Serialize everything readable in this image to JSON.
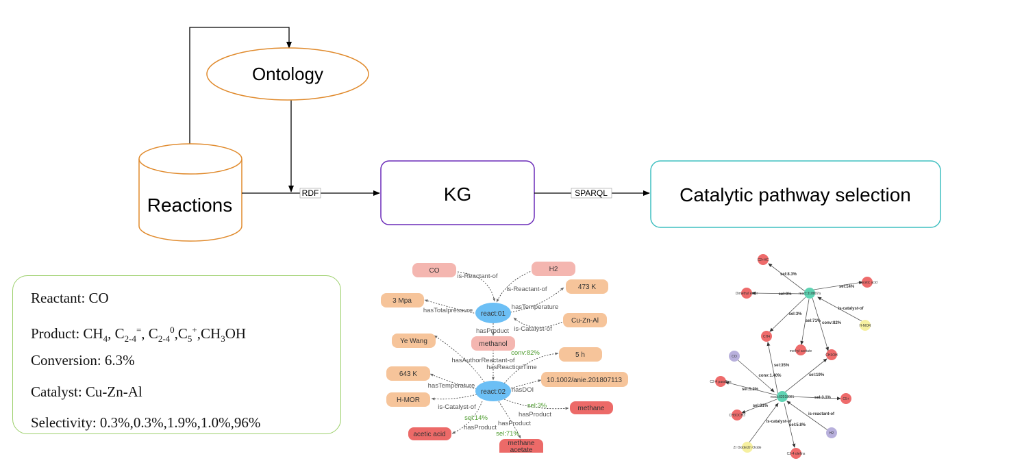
{
  "flow": {
    "ontology": "Ontology",
    "reactions": "Reactions",
    "kg": "KG",
    "selection": "Catalytic pathway selection",
    "rdf": "RDF",
    "sparql": "SPARQL"
  },
  "info": {
    "reactant": "Reactant: CO",
    "product_prefix": "Product: CH",
    "conversion": "Conversion: 6.3%",
    "catalyst": "Catalyst: Cu-Zn-Al",
    "selectivity": "Selectivity: 0.3%,0.3%,1.9%,1.0%,96%"
  },
  "kg1": {
    "nodes": {
      "co": "CO",
      "h2": "H2",
      "k473": "473 K",
      "mpa3": "3 Mpa",
      "react01": "react:01",
      "cuznal": "Cu-Zn-Al",
      "yewang": "Ye Wang",
      "methanol": "methanol",
      "h5": "5 h",
      "k643": "643 K",
      "doi": "10.1002/anie.201807113",
      "react02": "react:02",
      "hmor": "H-MOR",
      "methane": "methane",
      "acetic": "acetic acid",
      "methane_acetate_1": "methane",
      "methane_acetate_2": "acetate"
    },
    "edges": {
      "e1": "is-Reactant-of",
      "e2": "is-Reactant-of",
      "e3": "hasTemperature",
      "e4": "hasTotalpressure",
      "e5": "is-Catalyst-of",
      "e6": "hasProduct",
      "e7": "hasAuthor",
      "e8": "Reactant-of",
      "e9": "conv:82%",
      "e10": "hasReactionTime",
      "e11": "hasTemperature",
      "e12": "hasDOI",
      "e13": "is-Catalyst-of",
      "e14": "sel:3%",
      "e15": "hasProduct",
      "e16": "sel:14%",
      "e17": "hasProduct",
      "e18": "hasProduct",
      "e19": "sel:71%"
    }
  },
  "kg2": {
    "nodes": {
      "c2hc": "C2+HC",
      "acetic": "acetic acid",
      "dme": "Dimethyl ether",
      "react_a": "react:318807a",
      "hmor": "H-MOR",
      "ch4": "CH4",
      "methyl_acetate": "methyl acetate",
      "ch3oh": "CH3OH",
      "co": "CO",
      "c24p": "C2-4 paraffins",
      "react_b": "react:62018081",
      "c5": "C5+",
      "ch3och3": "CH3OCH3",
      "h2": "H2",
      "zr": "Zr Oxide/Zn Oxide",
      "c24o": "C2-4 olefins"
    },
    "edges": {
      "s1": "sel:8.3%",
      "s2": "sel:14%",
      "s3": "sel:0%",
      "s4": "is-catalyst-of",
      "s5": "sel:3%",
      "s6": "sel:71%",
      "s7": "conv:82%",
      "s8": "sel:35%",
      "s9": "conv:1.40%",
      "s10": "sel:19%",
      "s11": "sel:5.2%",
      "s12": "sel:3.1%",
      "s13": "sel:31%",
      "s14": "is-catalyst-of",
      "s15": "is-reactant-of",
      "s16": "sel:5.8%"
    }
  }
}
